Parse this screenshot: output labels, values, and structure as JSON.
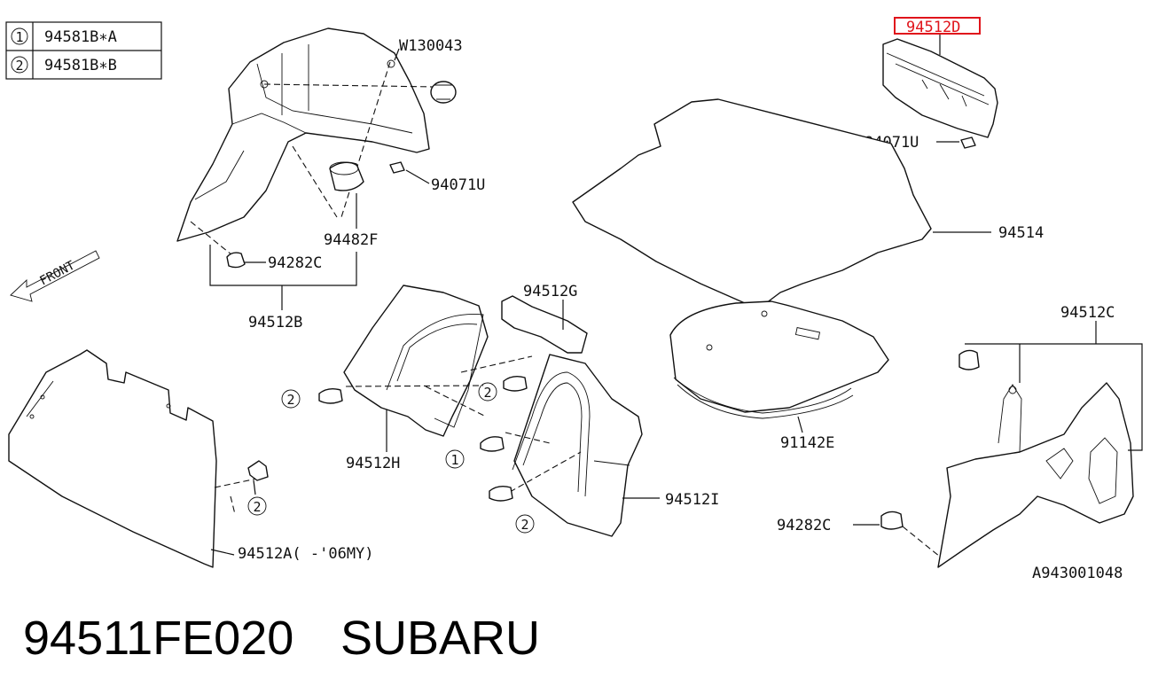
{
  "legend": {
    "rows": [
      {
        "marker": "1",
        "code": "94581B∗A"
      },
      {
        "marker": "2",
        "code": "94581B∗B"
      }
    ]
  },
  "callouts": {
    "w130043": "W130043",
    "p94071u_left": "94071U",
    "p94482f": "94482F",
    "p94282c_left": "94282C",
    "p94512b": "94512B",
    "front": "FRONT",
    "p94512g": "94512G",
    "p94512h": "94512H",
    "p94512i": "94512I",
    "p94512a": "94512A( -'06MY)",
    "p94512d": "94512D",
    "p94071u_right": "94071U",
    "p94514": "94514",
    "p91142e": "91142E",
    "p94512c": "94512C",
    "p94282c_right": "94282C",
    "ref_number": "A943001048"
  },
  "markers": {
    "m2a": "2",
    "m2b": "2",
    "m1": "1",
    "m2c": "2",
    "m2d": "2"
  },
  "footer": {
    "part_number": "94511FE020",
    "brand": "SUBARU"
  },
  "colors": {
    "highlight": "#e0141b",
    "ink": "#111111"
  }
}
